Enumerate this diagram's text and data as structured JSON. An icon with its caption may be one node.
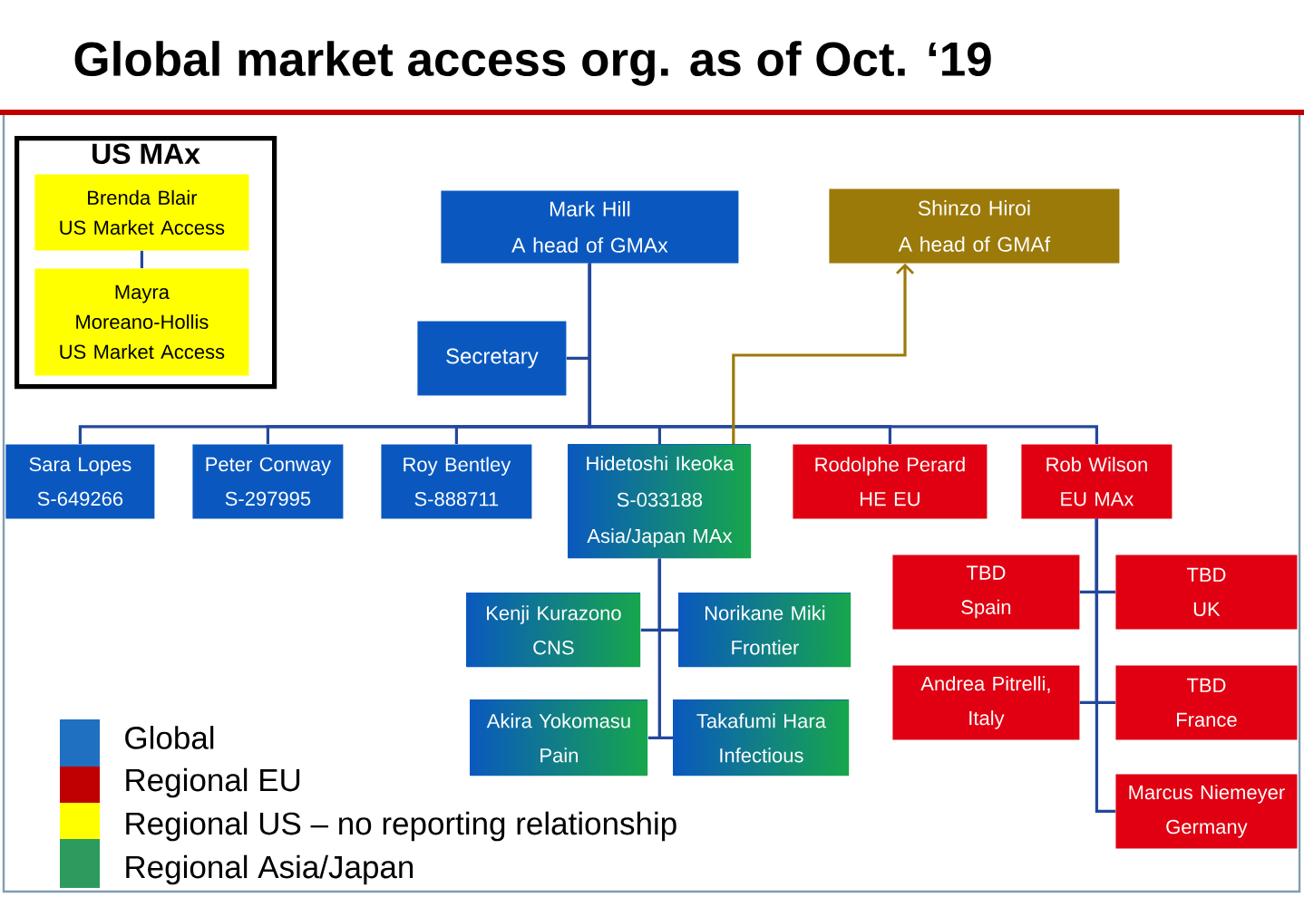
{
  "diagram": {
    "title": "Global market access org. as of Oct. ‘19",
    "nodes": [
      {
        "text": [
          "US MAx"
        ]
      },
      {
        "text": [
          "Brenda Blair",
          "US Market Access"
        ],
        "in": 0
      },
      {
        "text": [
          "Mayra Moreano-Hollis",
          "US Market Access"
        ],
        "in": 0
      },
      {
        "text": [
          "Mark Hill",
          "A head of GMAx"
        ]
      },
      {
        "text": [
          "Shinzo Hiroi",
          "A head of GMAf"
        ]
      },
      {
        "text": [
          "Secretary"
        ]
      },
      {
        "text": [
          "Sara Lopes",
          "S-649266"
        ]
      },
      {
        "text": [
          "Peter Conway",
          "S-297995"
        ]
      },
      {
        "text": [
          "Roy Bentley",
          "S-888711"
        ]
      },
      {
        "text": [
          "Hidetoshi Ikeoka",
          "S-033188",
          "Asia/Japan MAx"
        ]
      },
      {
        "text": [
          "Rodolphe Perard",
          "HE EU"
        ]
      },
      {
        "text": [
          "Rob Wilson",
          "EU MAx"
        ]
      },
      {
        "text": [
          "Kenji Kurazono",
          "CNS"
        ]
      },
      {
        "text": [
          "Norikane Miki",
          "Frontier"
        ]
      },
      {
        "text": [
          "Akira Yokomasu",
          "Pain"
        ]
      },
      {
        "text": [
          "Takafumi Hara",
          "Infectious"
        ]
      },
      {
        "text": [
          "TBD",
          "Spain"
        ]
      },
      {
        "text": [
          "TBD",
          "UK"
        ]
      },
      {
        "text": [
          "Andrea Pitrelli,",
          "Italy"
        ]
      },
      {
        "text": [
          "TBD",
          "France"
        ]
      },
      {
        "text": [
          "Marcus Niemeyer",
          "Germany"
        ]
      }
    ],
    "edges": [
      {
        "from": 1,
        "to": 2,
        "arrow": "none"
      },
      {
        "from": 3,
        "to": 5,
        "arrow": "none"
      },
      {
        "from": 3,
        "to": 6,
        "arrow": "none"
      },
      {
        "from": 3,
        "to": 7,
        "arrow": "none"
      },
      {
        "from": 3,
        "to": 8,
        "arrow": "none"
      },
      {
        "from": 3,
        "to": 9,
        "arrow": "none"
      },
      {
        "from": 3,
        "to": 10,
        "arrow": "none"
      },
      {
        "from": 3,
        "to": 11,
        "arrow": "none"
      },
      {
        "from": 9,
        "to": 4,
        "arrow": "to",
        "color": "#9c7a0a"
      },
      {
        "from": 9,
        "to": 12,
        "arrow": "none"
      },
      {
        "from": 9,
        "to": 13,
        "arrow": "none"
      },
      {
        "from": 9,
        "to": 14,
        "arrow": "none"
      },
      {
        "from": 9,
        "to": 15,
        "arrow": "none"
      },
      {
        "from": 11,
        "to": 16,
        "arrow": "none"
      },
      {
        "from": 11,
        "to": 17,
        "arrow": "none"
      },
      {
        "from": 11,
        "to": 18,
        "arrow": "none"
      },
      {
        "from": 11,
        "to": 19,
        "arrow": "none"
      },
      {
        "from": 11,
        "to": 20,
        "arrow": "none"
      }
    ],
    "legend": [
      {
        "text": "Global",
        "color": "#1f70c1"
      },
      {
        "text": "Regional EU",
        "color": "#c00000"
      },
      {
        "text": "Regional US – no reporting relationship",
        "color": "#ffff00"
      },
      {
        "text": "Regional Asia/Japan",
        "color": "#2e9b5e"
      }
    ]
  }
}
